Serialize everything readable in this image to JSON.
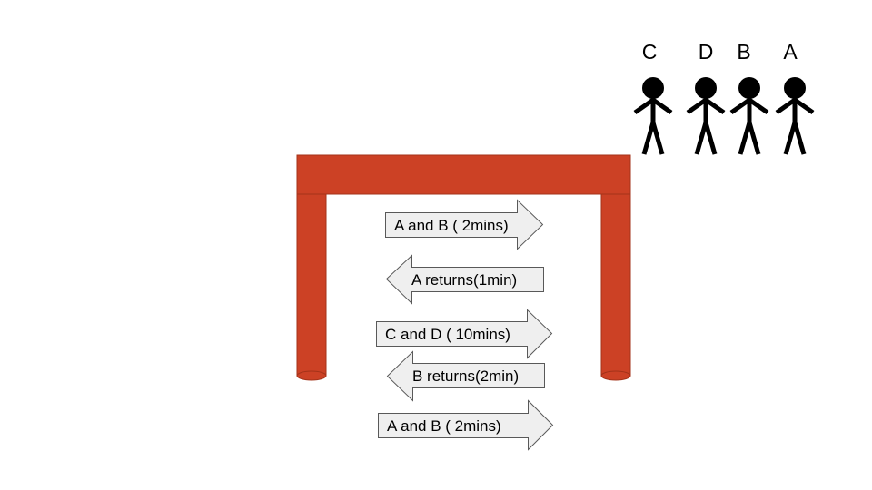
{
  "people": [
    {
      "id": "C",
      "label": "C"
    },
    {
      "id": "D",
      "label": "D"
    },
    {
      "id": "B",
      "label": "B"
    },
    {
      "id": "A",
      "label": "A"
    }
  ],
  "steps": [
    {
      "label": "A and B ( 2mins)",
      "direction": "right"
    },
    {
      "label": "A returns(1min)",
      "direction": "left"
    },
    {
      "label": "C and D ( 10mins)",
      "direction": "right"
    },
    {
      "label": "B returns(2min)",
      "direction": "left"
    },
    {
      "label": "A and B ( 2mins)",
      "direction": "right"
    }
  ],
  "colors": {
    "bridge": "#cc4125",
    "bridge_stroke": "#a33219",
    "arrow_fill": "#efefef",
    "arrow_stroke": "#595959",
    "figure": "#000000"
  }
}
